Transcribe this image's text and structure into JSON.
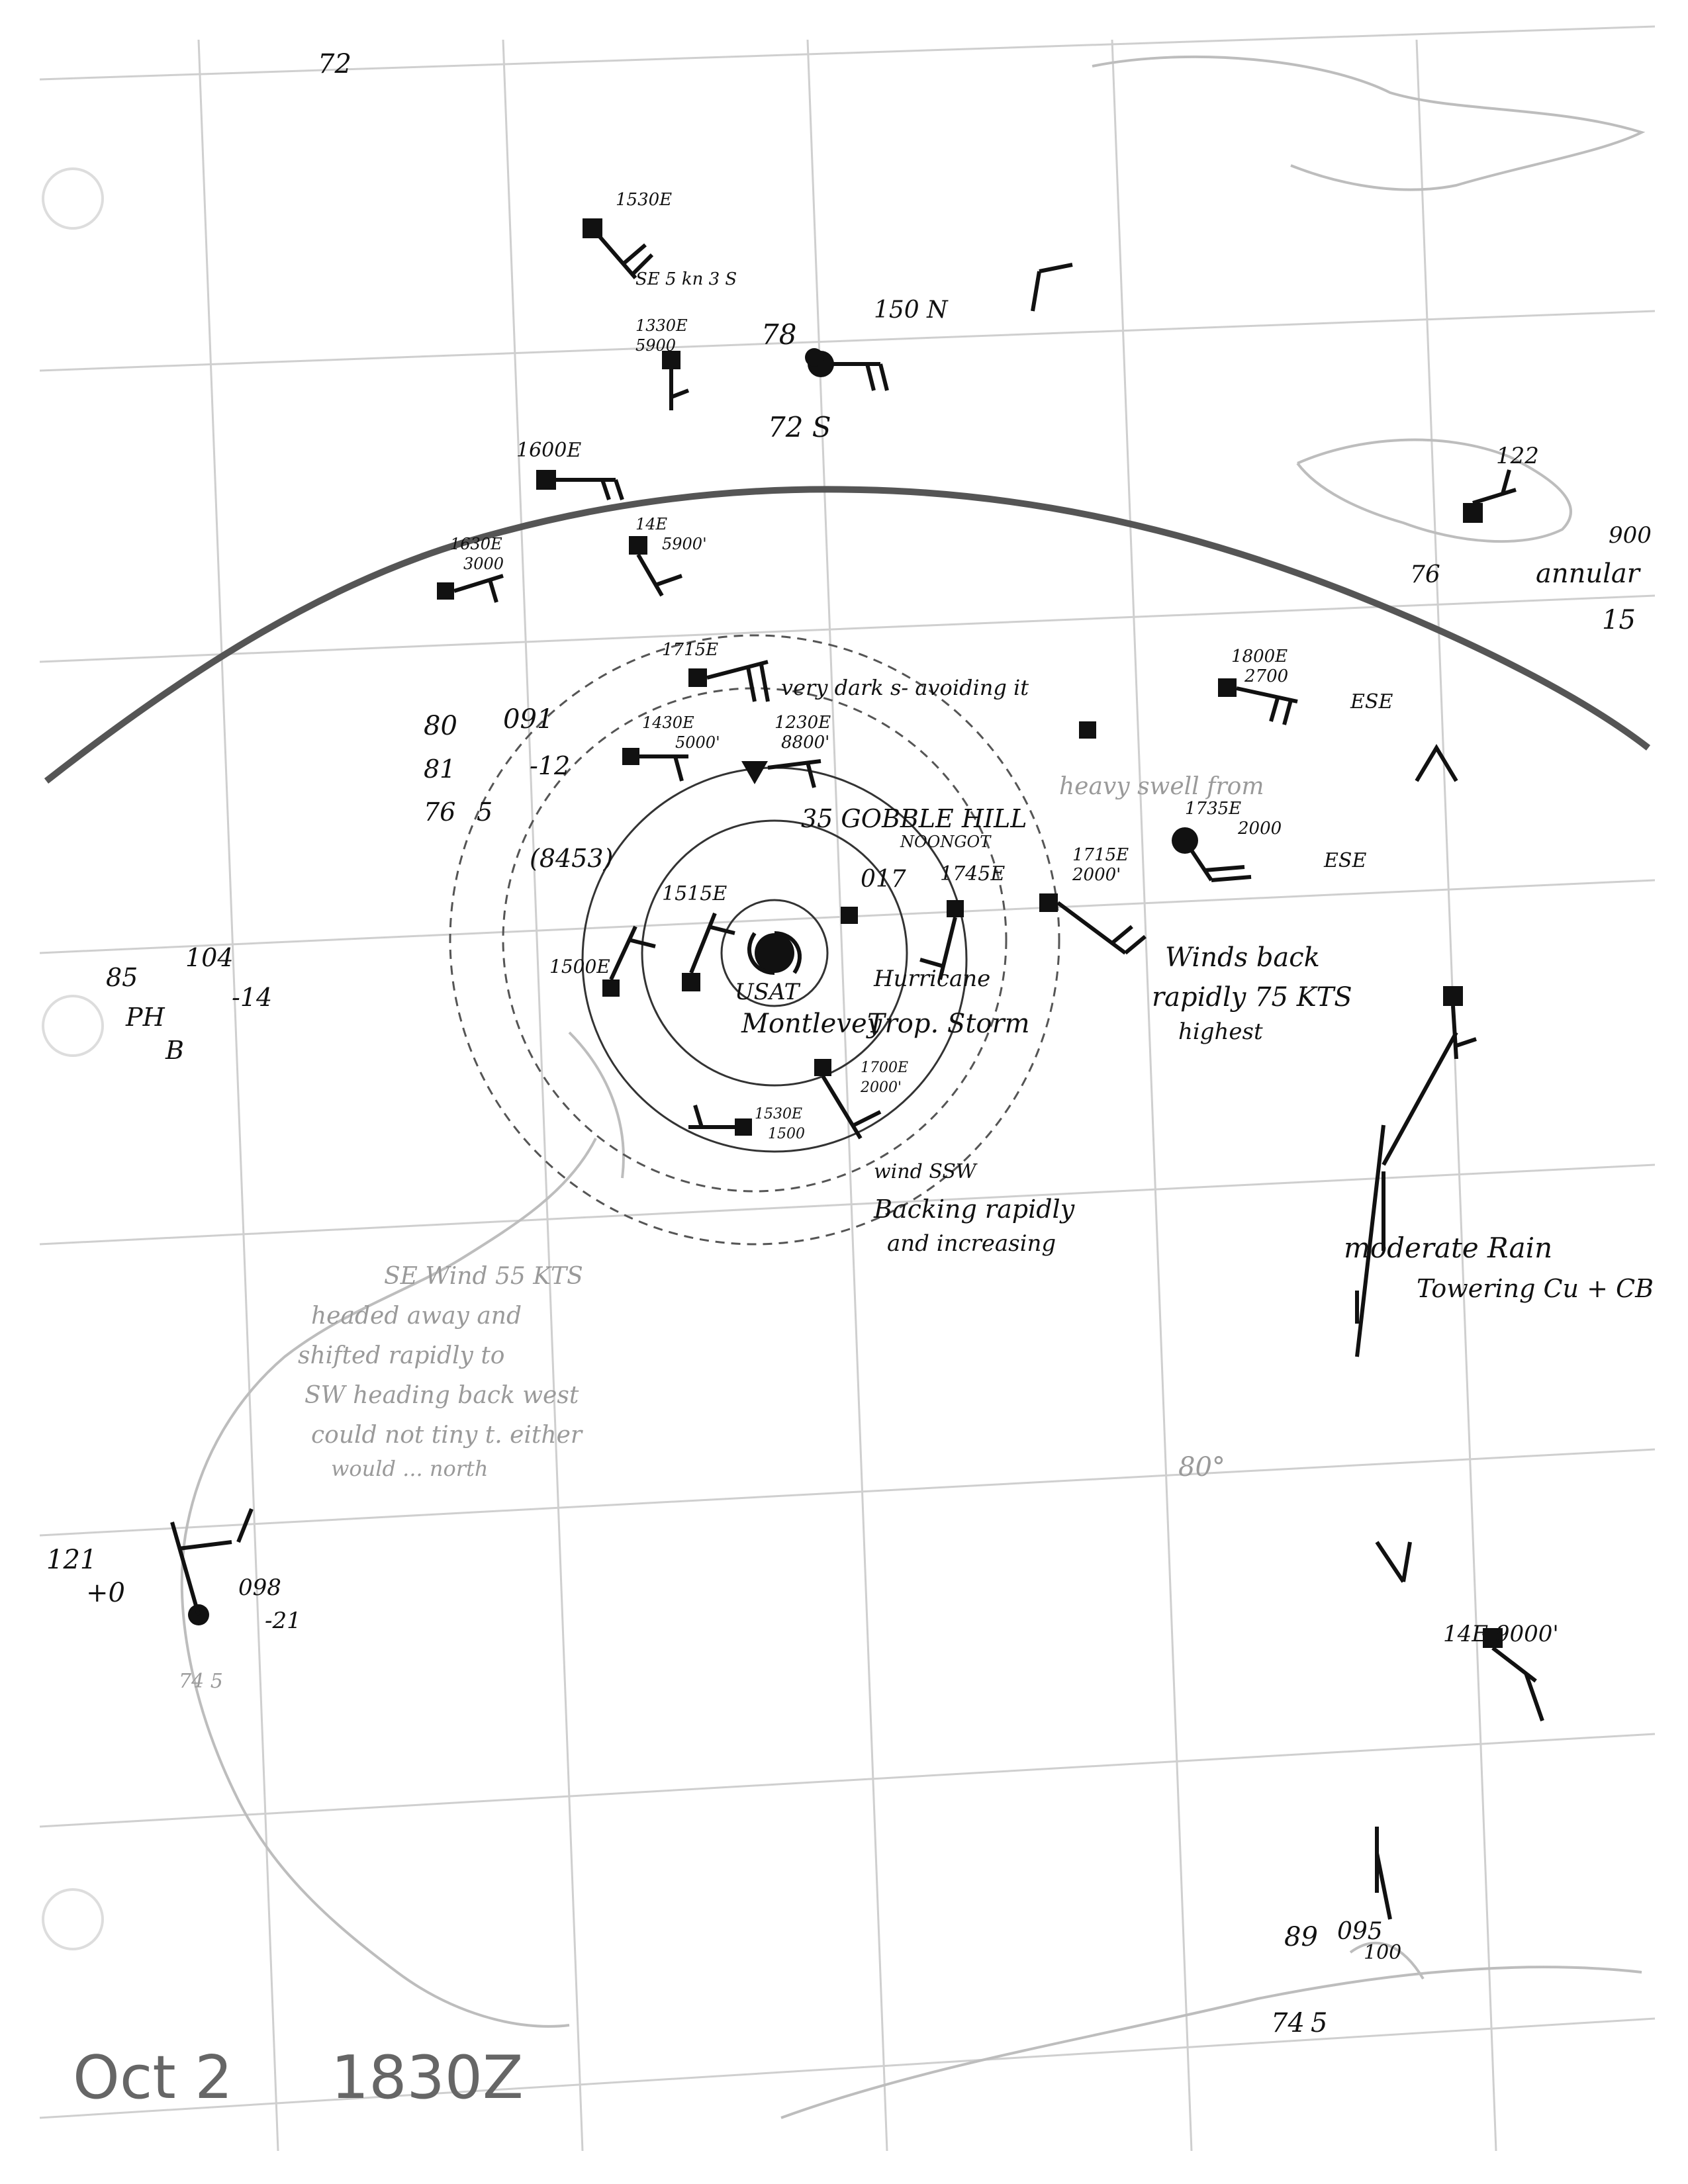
{
  "chart": {
    "footer_date": "Oct 2",
    "footer_time": "1830Z",
    "grid_label": "80°"
  },
  "annotations": {
    "top_left_station": "72",
    "station_a_time": "1530E",
    "station_a_wind": "SE 5 kn 3 S",
    "station_b_time": "1330E",
    "station_b_alt": "5900",
    "station_c_temp": "78",
    "station_c_wind": "150 N",
    "station_c_dew": "72 S",
    "station_d_time": "1600E",
    "station_e_time": "1630E",
    "station_e_alt": "3000",
    "station_f_time": "14E",
    "station_f_alt": "5900'",
    "station_g_time": "1715E",
    "station_g_note": "very dark s- avoiding it",
    "station_h_time": "1430E",
    "station_h_alt": "5000'",
    "station_i_time": "1230E",
    "station_i_alt": "8800'",
    "station_j_time": "1800E",
    "station_j_alt": "2700",
    "station_j_wind": "ESE",
    "left_obs_1": "80",
    "left_obs_2": "091",
    "left_obs_3": "81",
    "left_obs_4": "-12",
    "left_obs_5": "76",
    "left_obs_6": "5",
    "left_obs_7": "(8453)",
    "cobble_hill": "35 GOBBLE HILL",
    "noon_obs": "NOONGOT",
    "swell_note": "heavy swell from",
    "station_k_time": "1735E",
    "station_k_alt": "2000",
    "station_k_wind": "ESE",
    "station_l_time": "1715E",
    "station_l_alt": "2000'",
    "station_m_time": "1745E",
    "center_1": "1515E",
    "center_2": "1500E",
    "center_3": "017",
    "usat": "USAT",
    "montlevey": "Montlevey",
    "trop_storm": "Trop. Storm",
    "hurricane": "Hurricane",
    "winds_back_1": "Winds back",
    "winds_back_2": "rapidly 75 KTS",
    "winds_back_3": "highest",
    "station_n_time": "1700E",
    "station_n_alt": "2000'",
    "station_o_time": "1530E",
    "station_o_alt": "1500",
    "wind_ssw_1": "wind SSW",
    "wind_ssw_2": "Backing rapidly",
    "wind_ssw_3": "and increasing",
    "left_obs_8": "85",
    "left_obs_9": "104",
    "left_obs_10": "PH",
    "left_obs_11": "-14",
    "left_obs_12": "B",
    "faint_note_1": "SE Wind 55 KTS",
    "faint_note_2": "headed away and",
    "faint_note_3": "shifted rapidly to",
    "faint_note_4": "SW heading back west",
    "faint_note_5": "could not tiny t. either",
    "faint_note_6": "would ... north",
    "moderate_rain_1": "moderate Rain",
    "moderate_rain_2": "Towering Cu + CB",
    "right_obs_1": "122",
    "right_obs_2": "900",
    "right_obs_3": "annular",
    "right_obs_4": "15",
    "right_obs_5": "76",
    "bottom_left_1": "121",
    "bottom_left_2": "+0",
    "bottom_left_3": "098",
    "bottom_left_4": "-21",
    "bottom_left_5": "74 5",
    "station_p": "14E 9000'",
    "bottom_right_1": "89",
    "bottom_right_2": "095",
    "bottom_right_3": "100",
    "bottom_right_4": "74",
    "bottom_right_5": "5"
  },
  "colors": {
    "ink": "#111111",
    "grid": "#cfcfcf",
    "coast": "#bdbdbd",
    "track": "#555555",
    "footer": "#666666"
  }
}
